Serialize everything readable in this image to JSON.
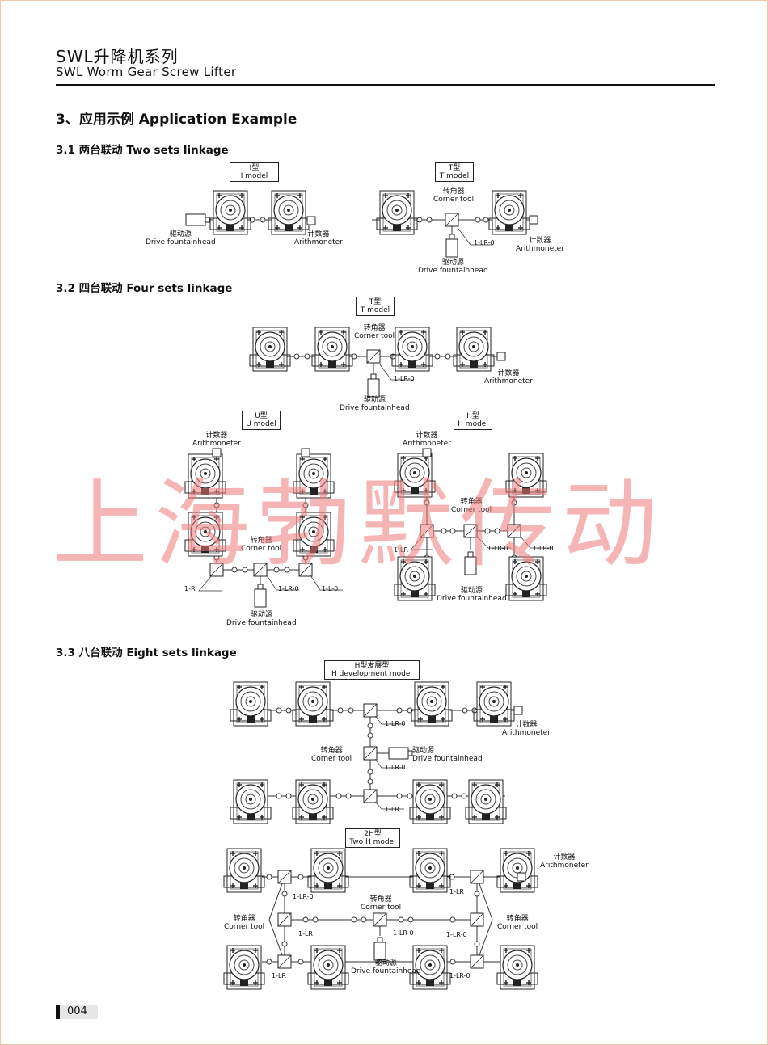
{
  "header": {
    "title_cn": "SWL升降机系列",
    "title_en": "SWL Worm  Gear Screw Lifter"
  },
  "section": {
    "title": "3、应用示例 Application Example"
  },
  "subsections": {
    "s1": "3.1 两台联动  Two sets linkage",
    "s2": "3.2 四台联动  Four sets linkage",
    "s3": "3.3 八台联动  Eight sets linkage"
  },
  "models": {
    "i": {
      "cn": "I型",
      "en": "I model"
    },
    "t": {
      "cn": "T型",
      "en": "T model"
    },
    "u": {
      "cn": "U型",
      "en": "U model"
    },
    "h": {
      "cn": "H型",
      "en": "H model"
    },
    "hdev": {
      "cn": "H型发展型",
      "en": "H development model"
    },
    "twoh": {
      "cn": "2H型",
      "en": "Two H model"
    }
  },
  "labels": {
    "drive_cn": "驱动源",
    "drive_en": "Drive fountainhead",
    "counter_cn": "计数器",
    "counter_en": "Arithmoneter",
    "corner_cn": "转角器",
    "corner_en": "Corner tool"
  },
  "codes": {
    "lr0": "1-LR-0",
    "lr": "1-LR",
    "r": "1-R",
    "l0": "1-L-0"
  },
  "watermark": "上海勃默传动",
  "page_number": "004"
}
